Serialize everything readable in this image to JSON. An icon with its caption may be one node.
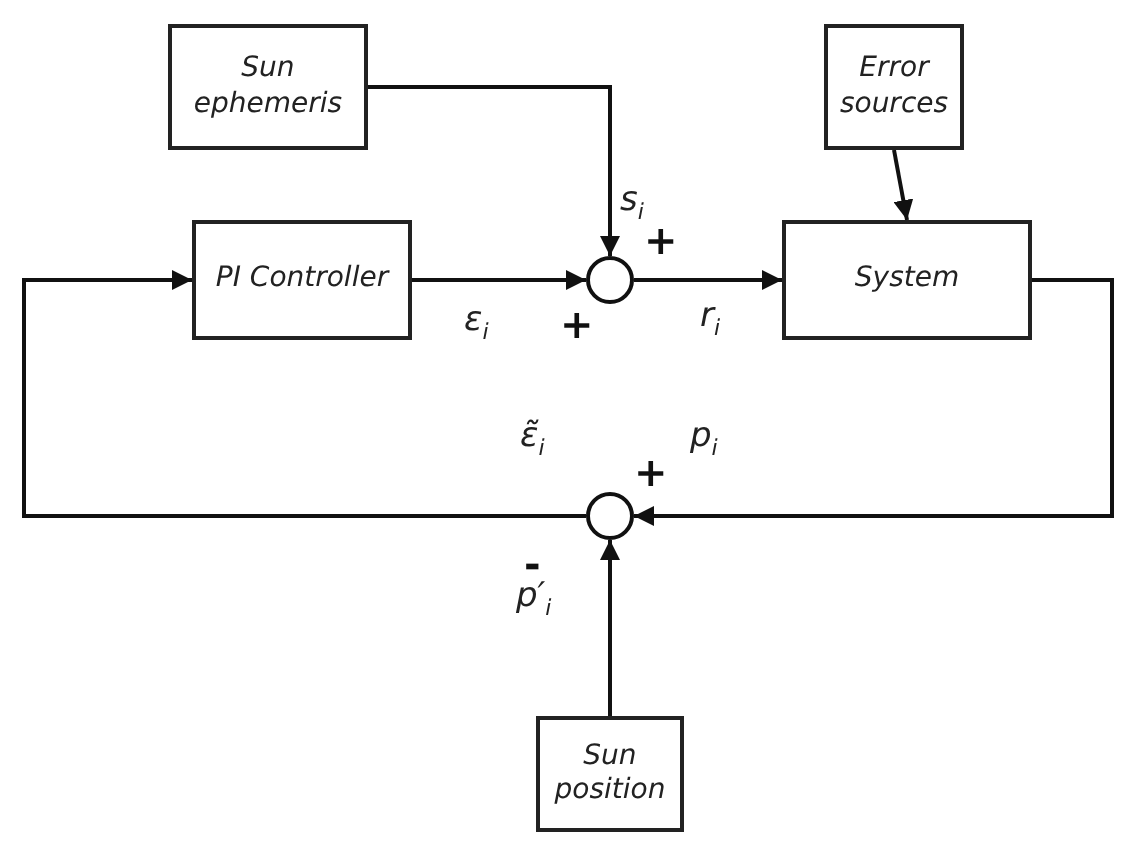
{
  "diagram": {
    "nodes": [
      {
        "text": [
          "Sun ephemeris"
        ]
      },
      {
        "text": [
          "Error sources"
        ]
      },
      {
        "text": [
          "PI Controller"
        ]
      },
      {
        "text": [],
        "shape": "circle"
      },
      {
        "text": [
          "System"
        ]
      },
      {
        "text": [],
        "shape": "circle"
      },
      {
        "text": [
          "Sun position"
        ]
      }
    ],
    "edges": [
      {
        "from": 0,
        "to": 3,
        "arrow": "to",
        "label": "s$_{i}$"
      },
      {
        "from": 2,
        "to": 3,
        "arrow": "to",
        "label": "ε$_{i}$"
      },
      {
        "from": 3,
        "to": 4,
        "arrow": "to",
        "label": "r$_{i}$"
      },
      {
        "from": 1,
        "to": 4,
        "arrow": "to"
      },
      {
        "from": 4,
        "to": 5,
        "arrow": "to",
        "label": "p$_{i}$"
      },
      {
        "from": 6,
        "to": 5,
        "arrow": "to",
        "label": "p′$_{i}$"
      },
      {
        "from": 5,
        "to": 2,
        "arrow": "to",
        "label": "ε̃$_{i}$"
      }
    ],
    "labels": [
      "+",
      "+",
      "+",
      "-"
    ]
  }
}
